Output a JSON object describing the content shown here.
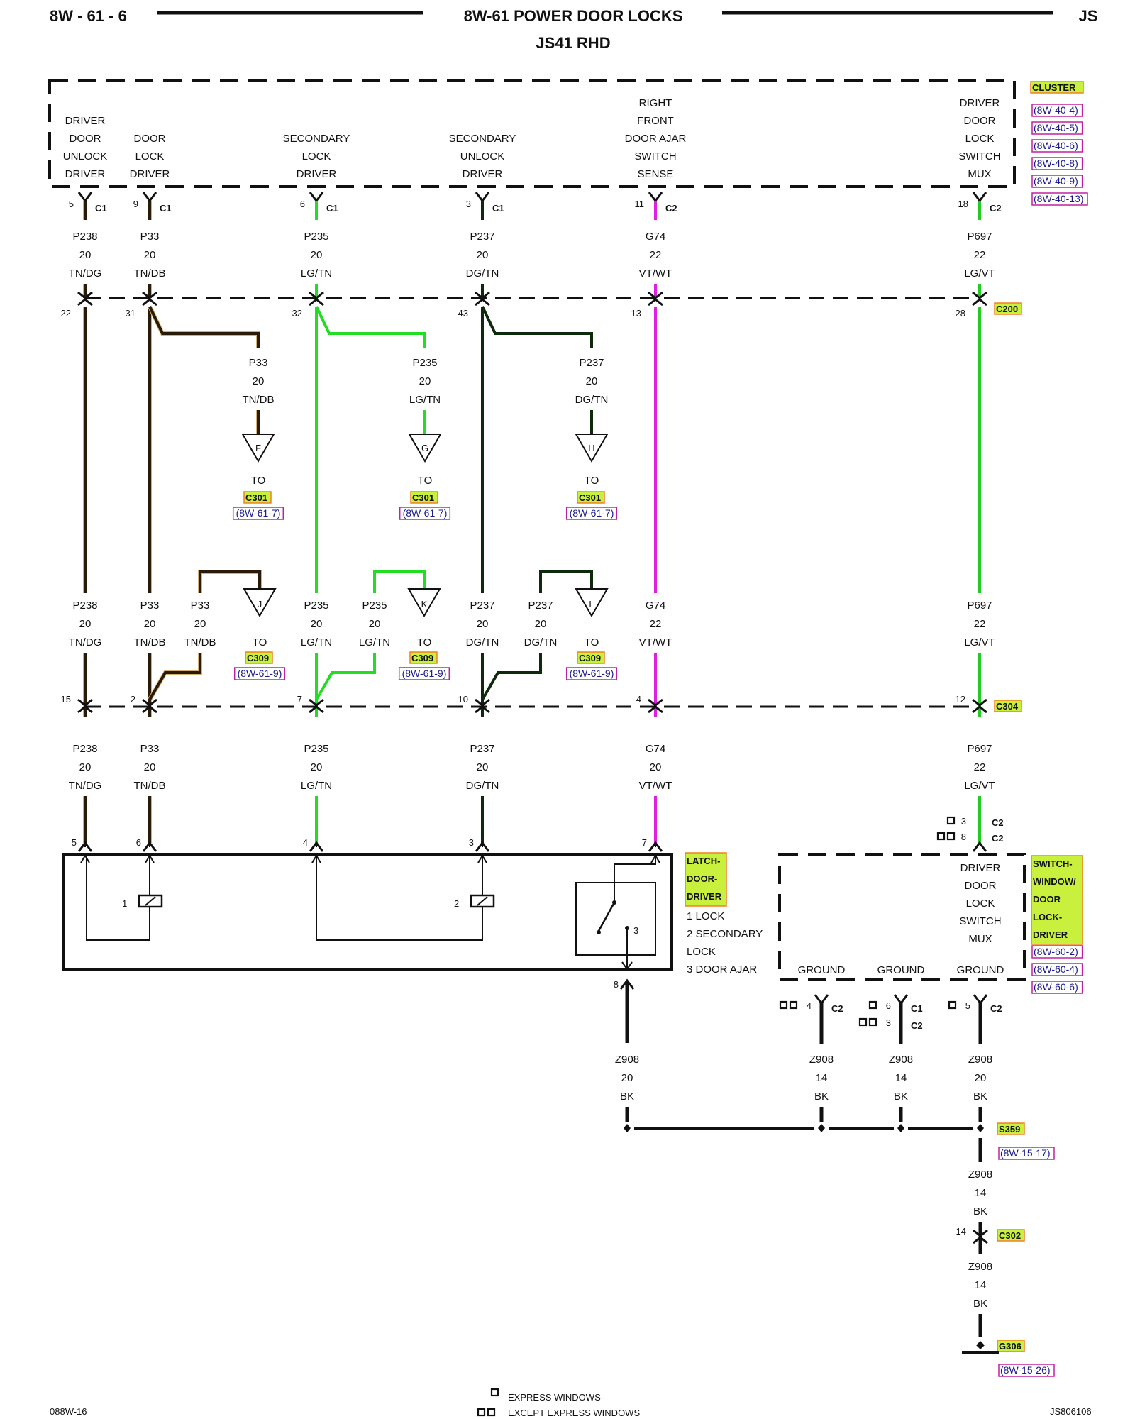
{
  "header": {
    "page_left": "8W - 61 - 6",
    "title": "8W-61 POWER DOOR LOCKS",
    "page_right": "JS",
    "subtitle": "JS41 RHD"
  },
  "colors": {
    "TN/DG": "#2a1a08",
    "TN/DB": "#2a1a08",
    "TN_edge": "#d2b071",
    "LG/TN": "#22dd22",
    "DG/TN": "#0d2a0d",
    "VT/WT": "#e020e0",
    "LG/VT": "#22cc22",
    "BK": "#111111",
    "connector_label_bg": "#c8f03c",
    "connector_label_border": "#f08020",
    "ref_border": "#c020a0",
    "ref_text": "#1a1a8c"
  },
  "cluster": {
    "name": "CLUSTER",
    "refs": [
      "(8W-40-4)",
      "(8W-40-5)",
      "(8W-40-6)",
      "(8W-40-8)",
      "(8W-40-9)",
      "(8W-40-13)"
    ],
    "functions": [
      {
        "lines": [
          "DRIVER",
          "DOOR",
          "UNLOCK",
          "DRIVER"
        ]
      },
      {
        "lines": [
          "DOOR",
          "LOCK",
          "DRIVER"
        ]
      },
      {
        "lines": [
          "SECONDARY",
          "LOCK",
          "DRIVER"
        ]
      },
      {
        "lines": [
          "SECONDARY",
          "UNLOCK",
          "DRIVER"
        ]
      },
      {
        "lines": [
          "RIGHT",
          "FRONT",
          "DOOR AJAR",
          "SWITCH",
          "SENSE"
        ]
      },
      {
        "lines": [
          "DRIVER",
          "DOOR",
          "LOCK",
          "SWITCH",
          "MUX"
        ]
      }
    ]
  },
  "circuits": [
    {
      "id": "p238",
      "pin": "5",
      "conn": "C1",
      "wire": "P238",
      "gauge": "20",
      "color": "TN/DG",
      "c200_pin": "22",
      "c304_pin": "15",
      "latch_pin": "5",
      "lower_gauge": "20"
    },
    {
      "id": "p33",
      "pin": "9",
      "conn": "C1",
      "wire": "P33",
      "gauge": "20",
      "color": "TN/DB",
      "c200_pin": "31",
      "c304_pin": "2",
      "latch_pin": "6",
      "lower_gauge": "20"
    },
    {
      "id": "p235",
      "pin": "6",
      "conn": "C1",
      "wire": "P235",
      "gauge": "20",
      "color": "LG/TN",
      "c200_pin": "32",
      "c304_pin": "7",
      "latch_pin": "4",
      "lower_gauge": "20"
    },
    {
      "id": "p237",
      "pin": "3",
      "conn": "C1",
      "wire": "P237",
      "gauge": "20",
      "color": "DG/TN",
      "c200_pin": "43",
      "c304_pin": "10",
      "latch_pin": "3",
      "lower_gauge": "20"
    },
    {
      "id": "g74",
      "pin": "11",
      "conn": "C2",
      "wire": "G74",
      "gauge": "22",
      "color": "VT/WT",
      "c200_pin": "13",
      "c304_pin": "4",
      "latch_pin": "7",
      "lower_gauge": "20"
    },
    {
      "id": "p697",
      "pin": "18",
      "conn": "C2",
      "wire": "P697",
      "gauge": "22",
      "color": "LG/VT",
      "c200_pin": "28",
      "c304_pin": "12",
      "lower_gauge": "22"
    }
  ],
  "connectors": {
    "c200": "C200",
    "c304": "C304",
    "c301": "C301",
    "c309": "C309",
    "c302": "C302",
    "s359": "S359",
    "g306": "G306"
  },
  "upper_branches": [
    {
      "letter": "F",
      "wire": "P33",
      "gauge": "20",
      "color": "TN/DB",
      "to": "TO",
      "conn": "C301",
      "ref": "(8W-61-7)"
    },
    {
      "letter": "G",
      "wire": "P235",
      "gauge": "20",
      "color": "LG/TN",
      "to": "TO",
      "conn": "C301",
      "ref": "(8W-61-7)"
    },
    {
      "letter": "H",
      "wire": "P237",
      "gauge": "20",
      "color": "DG/TN",
      "to": "TO",
      "conn": "C301",
      "ref": "(8W-61-7)"
    }
  ],
  "lower_branches": [
    {
      "letter": "J",
      "wire": "P33",
      "gauge": "20",
      "color": "TN/DB",
      "to": "TO",
      "conn": "C309",
      "ref": "(8W-61-9)"
    },
    {
      "letter": "K",
      "wire": "P235",
      "gauge": "20",
      "color": "LG/TN",
      "to": "TO",
      "conn": "C309",
      "ref": "(8W-61-9)"
    },
    {
      "letter": "L",
      "wire": "P237",
      "gauge": "20",
      "color": "DG/TN",
      "to": "TO",
      "conn": "C309",
      "ref": "(8W-61-9)"
    }
  ],
  "latch": {
    "name_lines": [
      "LATCH-",
      "DOOR-",
      "DRIVER"
    ],
    "legend": [
      "1 LOCK",
      "2 SECONDARY",
      "LOCK",
      "3 DOOR AJAR"
    ],
    "coil1": "1",
    "coil2": "2",
    "switch_label": "3",
    "ground_pin": "8"
  },
  "switch_module": {
    "name_lines": [
      "SWITCH-",
      "WINDOW/",
      "DOOR",
      "LOCK-",
      "DRIVER"
    ],
    "refs": [
      "(8W-60-2)",
      "(8W-60-4)",
      "(8W-60-6)"
    ],
    "function_lines": [
      "DRIVER",
      "DOOR",
      "LOCK",
      "SWITCH",
      "MUX"
    ],
    "ground_label": "GROUND",
    "input_pins": [
      {
        "marker": "express",
        "pin": "3",
        "conn": "C2"
      },
      {
        "marker": "except_express",
        "pin": "8",
        "conn": "C2"
      }
    ],
    "grounds": [
      {
        "pins": [
          {
            "marker": "except_express",
            "pin": "4",
            "conn": "C2"
          }
        ]
      },
      {
        "pins": [
          {
            "marker": "express",
            "pin": "6",
            "conn": "C1"
          },
          {
            "marker": "except_express",
            "pin": "3",
            "conn": "C2"
          }
        ]
      },
      {
        "pins": [
          {
            "marker": "express",
            "pin": "5",
            "conn": "C2"
          }
        ]
      }
    ]
  },
  "ground_wires": [
    {
      "wire": "Z908",
      "gauge": "20",
      "color": "BK"
    },
    {
      "wire": "Z908",
      "gauge": "14",
      "color": "BK"
    },
    {
      "wire": "Z908",
      "gauge": "14",
      "color": "BK"
    },
    {
      "wire": "Z908",
      "gauge": "20",
      "color": "BK"
    }
  ],
  "ground_path": {
    "s359_ref": "(8W-15-17)",
    "seg1": {
      "wire": "Z908",
      "gauge": "14",
      "color": "BK"
    },
    "c302_pin": "14",
    "seg2": {
      "wire": "Z908",
      "gauge": "14",
      "color": "BK"
    },
    "g306_ref": "(8W-15-26)"
  },
  "legend": {
    "express": "EXPRESS WINDOWS",
    "except_express": "EXCEPT EXPRESS WINDOWS"
  },
  "footer": {
    "left": "088W-16",
    "right": "JS806106"
  }
}
